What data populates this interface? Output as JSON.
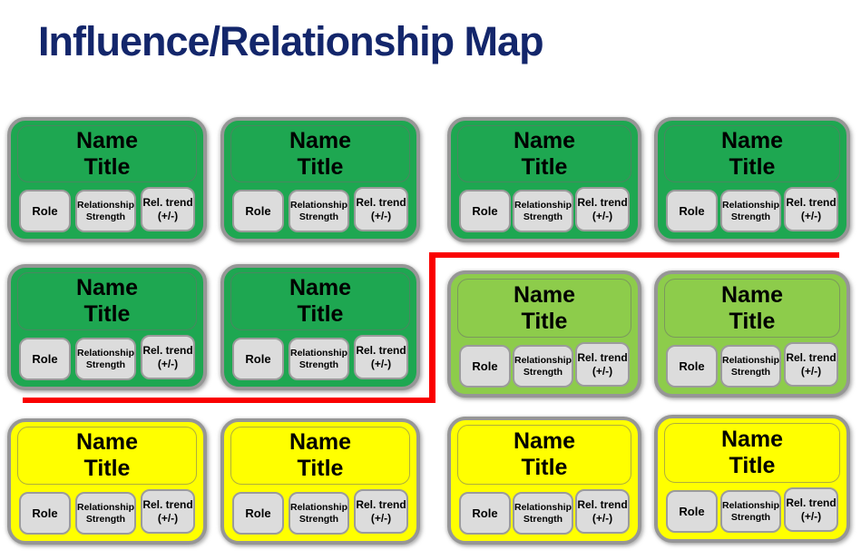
{
  "title": {
    "text": "Influence/Relationship Map"
  },
  "colors": {
    "title_navy": "#13266B",
    "green": "#1EA751",
    "light_green": "#8DCC4B",
    "yellow": "#FFFF00",
    "card_border": "#969696",
    "box_fill": "#DCDCDC",
    "box_border": "#9B9B9B",
    "divider_red": "#FA0000"
  },
  "card_labels": {
    "name": "Name",
    "title": "Title",
    "role": "Role",
    "relationship_line1": "Relationship",
    "relationship_line2": "Strength",
    "rel_trend_line1": "Rel. trend",
    "rel_trend_line2": "(+/-)"
  },
  "cards": [
    {
      "row": 1,
      "col": 1,
      "color": "green"
    },
    {
      "row": 1,
      "col": 2,
      "color": "green"
    },
    {
      "row": 1,
      "col": 3,
      "color": "green"
    },
    {
      "row": 1,
      "col": 4,
      "color": "green"
    },
    {
      "row": 2,
      "col": 1,
      "color": "green"
    },
    {
      "row": 2,
      "col": 2,
      "color": "green"
    },
    {
      "row": 2,
      "col": 3,
      "color": "light_green"
    },
    {
      "row": 2,
      "col": 4,
      "color": "light_green"
    },
    {
      "row": 3,
      "col": 1,
      "color": "yellow"
    },
    {
      "row": 3,
      "col": 2,
      "color": "yellow"
    },
    {
      "row": 3,
      "col": 3,
      "color": "yellow"
    },
    {
      "row": 3,
      "col": 4,
      "color": "yellow"
    }
  ]
}
